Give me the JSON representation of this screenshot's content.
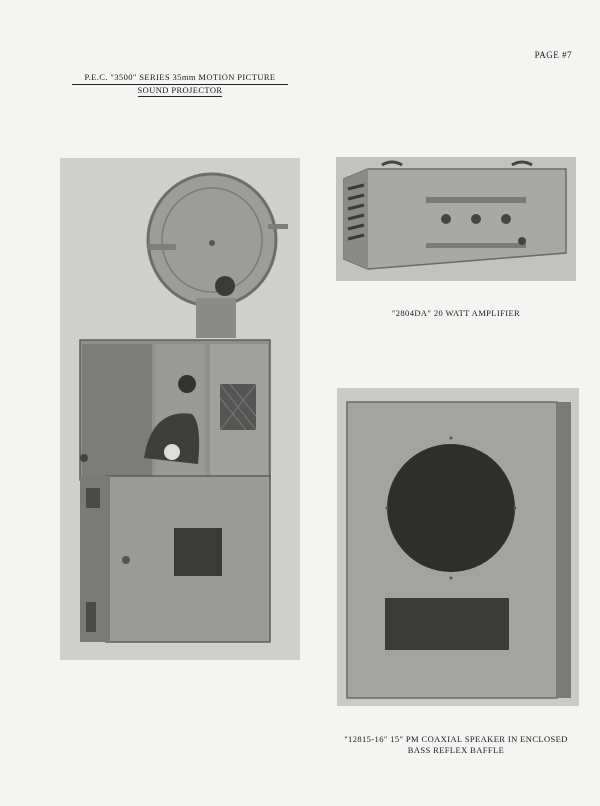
{
  "page": {
    "number": "PAGE #7",
    "title_line1": "P.E.C. \"3500\" SERIES 35mm MOTION PICTURE",
    "title_line2": "SOUND PROJECTOR"
  },
  "figures": {
    "amplifier_caption": "\"2804DA\" 20 WATT AMPLIFIER",
    "speaker_caption_line1": "\"12815-16\" 15\" PM COAXIAL SPEAKER IN ENCLOSED",
    "speaker_caption_line2": "BASS REFLEX BAFFLE"
  },
  "colors": {
    "paper": "#f4f4f2",
    "photo_bg": "#c9c9c6",
    "metal": "#8f8f8b",
    "dark": "#2a2a28"
  }
}
